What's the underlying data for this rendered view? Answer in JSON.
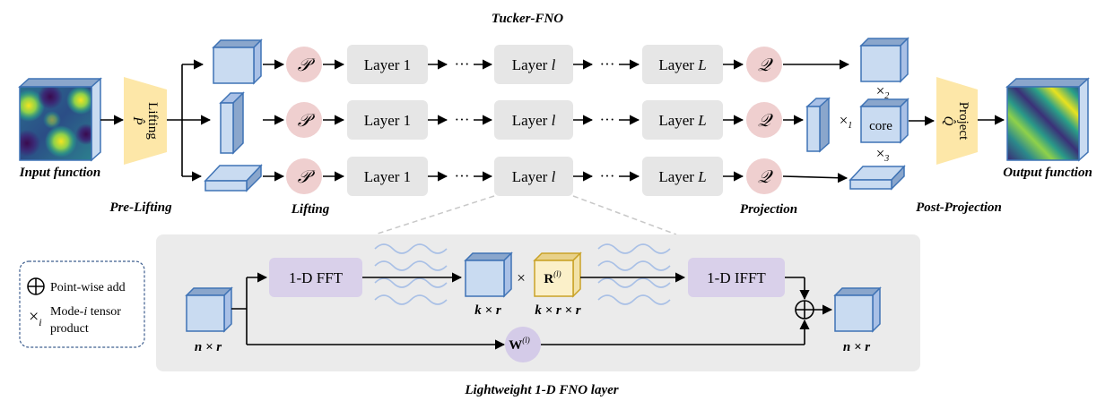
{
  "title": "Tucker-FNO",
  "input_label": "Input function",
  "output_label": "Output function",
  "lifting_box_label": "Lifting",
  "lifting_box_symbol": "P̂",
  "project_box_label": "Project",
  "project_box_symbol": "Q̂",
  "p_symbol": "𝒫",
  "q_symbol": "𝒬",
  "layer_labels": {
    "first_prefix": "Layer 1",
    "mid_prefix": "Layer ",
    "mid_var": "l",
    "last_prefix": "Layer ",
    "last_var": "L"
  },
  "ellipsis": "···",
  "section_labels": {
    "pre_lifting": "Pre-Lifting",
    "lifting": "Lifting",
    "projection": "Projection",
    "post_projection": "Post-Projection"
  },
  "tucker": {
    "core": "core",
    "mode1": "×₁",
    "mode2": "×₂",
    "mode3": "×₃",
    "mode1_main": "×",
    "mode1_sub": "1",
    "mode2_main": "×",
    "mode2_sub": "2",
    "mode3_main": "×",
    "mode3_sub": "3"
  },
  "legend": {
    "add_text": "Point-wise add",
    "mode_text_line1_a": "Mode-",
    "mode_text_line1_i": "i",
    "mode_text_line1_b": " tensor",
    "mode_text_line2": "product",
    "mode_symbol": "×",
    "mode_symbol_sub": "i"
  },
  "detail": {
    "fft": "1-D FFT",
    "ifft": "1-D IFFT",
    "times": "×",
    "R_main": "R",
    "R_sup": "(l)",
    "W_main": "W",
    "W_sup": "(l)",
    "dim_in": "n × r",
    "dim_k": "k × r",
    "dim_R": "k × r × r",
    "dim_out": "n × r",
    "caption": "Lightweight 1-D FNO layer"
  },
  "colors": {
    "cube_face": "#c9dbf1",
    "cube_edge": "#3f73b5",
    "cube_shade": "#8aa6cc",
    "gold_face": "#fbf0c9",
    "gold_edge": "#c9a227",
    "pink_circle": "#efcfcf",
    "lilac_circle": "#d4cbe8",
    "layer_box": "#e6e6e6",
    "fft_box": "#d9d0ea",
    "trapezoid": "#fde7a8",
    "panel": "#ebebeb",
    "wave": "#a9c0e6"
  }
}
